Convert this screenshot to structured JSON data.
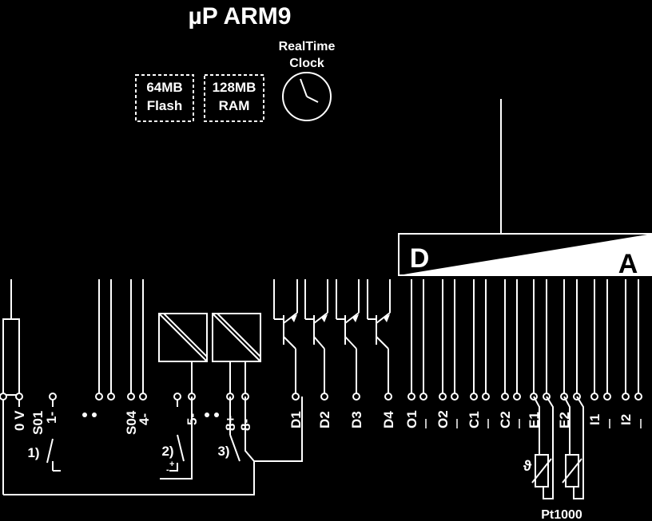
{
  "cpu": {
    "title": "µP ARM9"
  },
  "memory": [
    {
      "line1": "64MB",
      "line2": "Flash"
    },
    {
      "line1": "128MB",
      "line2": "RAM"
    }
  ],
  "clock": {
    "line1": "RealTime",
    "line2": "Clock"
  },
  "converter": {
    "left_label": "D",
    "right_label": "A"
  },
  "terminals": [
    "0 V",
    "S01",
    "1-",
    "S04",
    "4-",
    "5-",
    "8+",
    "8-",
    "D1",
    "D2",
    "D3",
    "D4",
    "O1",
    "O2",
    "C1",
    "C2",
    "E1",
    "E2",
    "I1",
    "I2"
  ],
  "notes": [
    "1)",
    "2)",
    "3)"
  ],
  "sensor": {
    "symbol": "ϑ",
    "label": "Pt1000"
  },
  "polarity": {
    "minus": "-",
    "plus": "+"
  }
}
